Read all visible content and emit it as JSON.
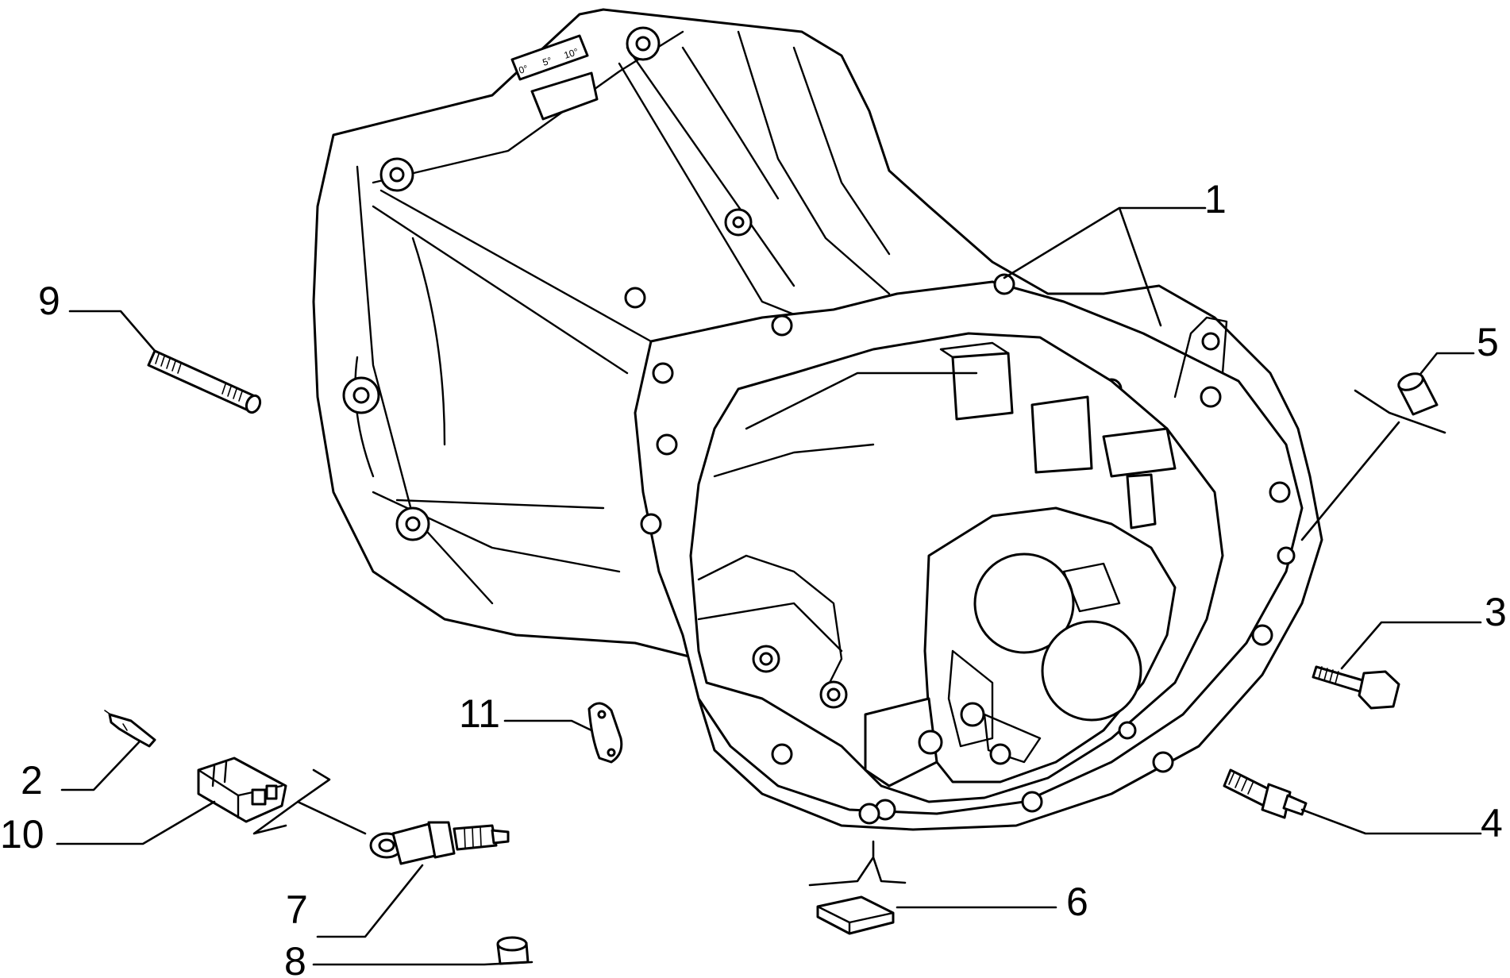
{
  "diagram": {
    "callouts": [
      {
        "id": "1",
        "label": "1"
      },
      {
        "id": "2",
        "label": "2"
      },
      {
        "id": "3",
        "label": "3"
      },
      {
        "id": "4",
        "label": "4"
      },
      {
        "id": "5",
        "label": "5"
      },
      {
        "id": "6",
        "label": "6"
      },
      {
        "id": "7",
        "label": "7"
      },
      {
        "id": "8",
        "label": "8"
      },
      {
        "id": "9",
        "label": "9"
      },
      {
        "id": "10",
        "label": "10"
      },
      {
        "id": "11",
        "label": "11"
      }
    ],
    "timing_scale": [
      "0°",
      "5°",
      "10°"
    ]
  }
}
